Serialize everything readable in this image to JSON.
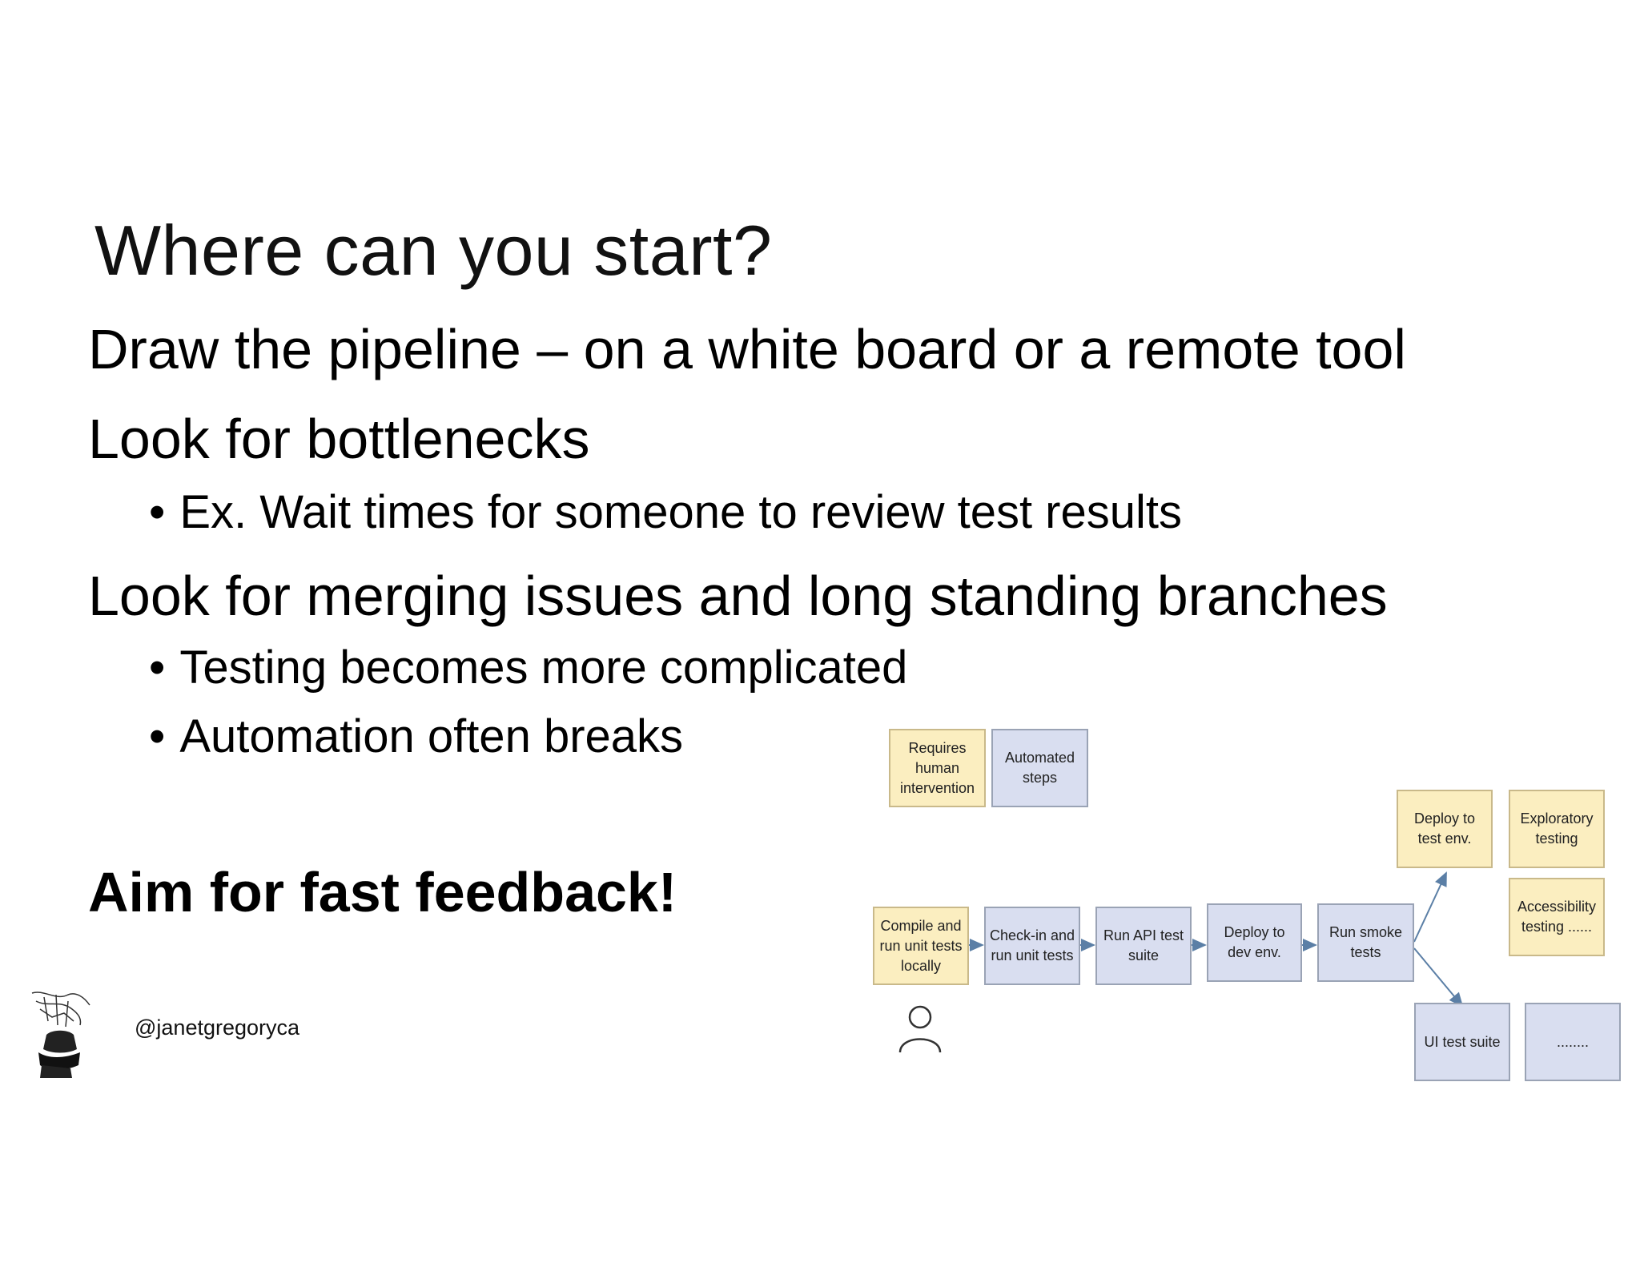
{
  "slide": {
    "title": "Where can you start?",
    "bullets": [
      "Draw the pipeline – on a white board or a remote tool",
      "Look for bottlenecks",
      "Look for merging issues and long standing branches"
    ],
    "sub_bullets": [
      "Ex. Wait times for someone to review test results",
      "Testing becomes more complicated",
      "Automation often breaks"
    ],
    "bullet_char": "•",
    "emphasis": "Aim for fast feedback!",
    "handle": "@janetgregoryca"
  },
  "diagram": {
    "legend": {
      "human": "Requires human intervention",
      "automated": "Automated steps"
    },
    "steps": {
      "compile": "Compile and run unit tests locally",
      "checkin": "Check-in and run unit tests",
      "api": "Run API test suite",
      "deploy_dev": "Deploy to dev env.",
      "smoke": "Run smoke tests",
      "deploy_test": "Deploy to test env.",
      "exploratory": "Exploratory testing",
      "accessibility": "Accessibility testing ......",
      "ui": "UI test suite",
      "more": "........"
    },
    "colors": {
      "human": "#fbeec0",
      "automated": "#d9def0",
      "arrow": "#5b7fa6"
    }
  }
}
